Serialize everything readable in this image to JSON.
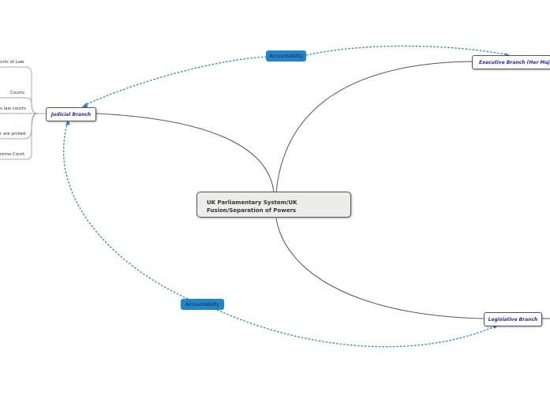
{
  "central": {
    "line1": "UK Parliamentary System/UK",
    "line2": "Fusion/Separation of Powers"
  },
  "branches": {
    "judicial": "Judicial Branch",
    "executive": "Executive Branch (Her Majesty",
    "legislative": "Legislative Branch"
  },
  "relationships": [
    "Accountability",
    "Accountability"
  ],
  "judicial_children": [
    "urts of Law",
    "Courts",
    "s law courts",
    "r are picked",
    "reme Court"
  ],
  "colors": {
    "relationship": "#2284c9",
    "branch_text": "#2a2aa8"
  }
}
